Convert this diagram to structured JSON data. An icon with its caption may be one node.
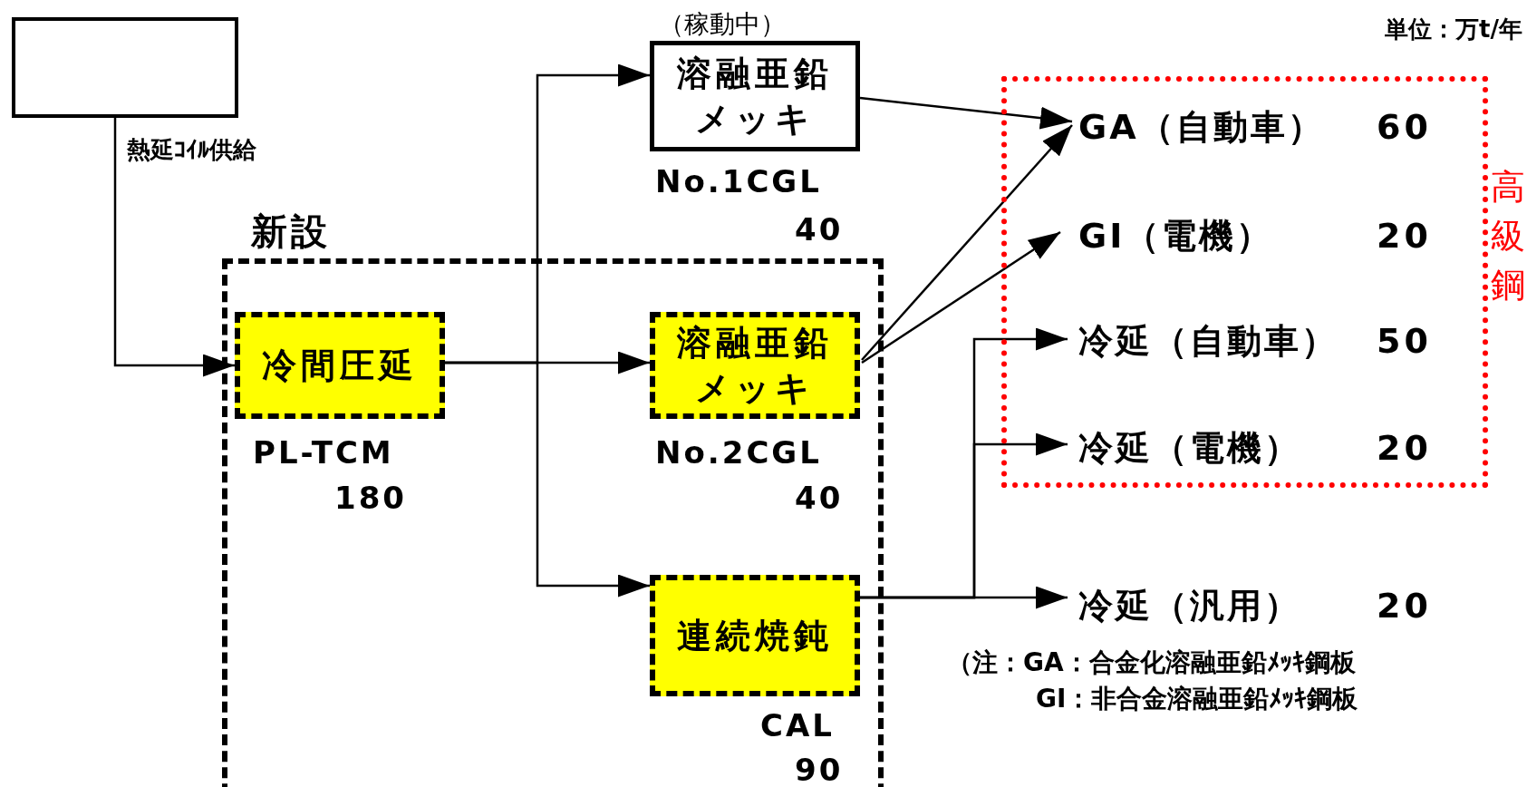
{
  "diagram": {
    "nodes": [
      {
        "text": [],
        "shape": "box"
      },
      {
        "text": [
          "新設"
        ]
      },
      {
        "text": [
          "冷間圧延"
        ],
        "in": 1,
        "beside": [
          "PL-TCM",
          "180"
        ]
      },
      {
        "text": [
          "（稼動中）",
          "溶融亜鉛メッキ"
        ],
        "beside": [
          "No.1CGL",
          "40"
        ]
      },
      {
        "text": [
          "溶融亜鉛メッキ"
        ],
        "in": 1,
        "beside": [
          "No.2CGL",
          "40"
        ]
      },
      {
        "text": [
          "連続焼鈍"
        ],
        "in": 1,
        "beside": [
          "CAL",
          "90"
        ]
      },
      {
        "text": [
          "高級鋼"
        ]
      },
      {
        "text": [
          "GA（自動車）"
        ],
        "in": 6,
        "beside": [
          "60"
        ]
      },
      {
        "text": [
          "GI（電機）"
        ],
        "in": 6,
        "beside": [
          "20"
        ]
      },
      {
        "text": [
          "冷延（自動車）"
        ],
        "in": 6,
        "beside": [
          "50"
        ]
      },
      {
        "text": [
          "冷延（電機）"
        ],
        "in": 6,
        "beside": [
          "20"
        ]
      },
      {
        "text": [
          "冷延（汎用）"
        ],
        "beside": [
          "20"
        ]
      }
    ],
    "edges": [
      {
        "from": 0,
        "to": 2,
        "arrow": "to",
        "label": "熱延ｺｲﾙ供給"
      },
      {
        "from": 2,
        "to": 3,
        "arrow": "to"
      },
      {
        "from": 2,
        "to": 4,
        "arrow": "to"
      },
      {
        "from": 2,
        "to": 5,
        "arrow": "to"
      },
      {
        "from": 3,
        "to": 7,
        "arrow": "to"
      },
      {
        "from": 4,
        "to": 7,
        "arrow": "to"
      },
      {
        "from": 4,
        "to": 8,
        "arrow": "to"
      },
      {
        "from": 5,
        "to": 9,
        "arrow": "to"
      },
      {
        "from": 5,
        "to": 10,
        "arrow": "to"
      },
      {
        "from": 5,
        "to": 11,
        "arrow": "to"
      }
    ],
    "labels": [
      "単位：万t/年",
      "（注：GA：合金化溶融亜鉛ﾒｯｷ鋼板",
      "GI：非合金溶融亜鉛ﾒｯｷ鋼板"
    ]
  }
}
